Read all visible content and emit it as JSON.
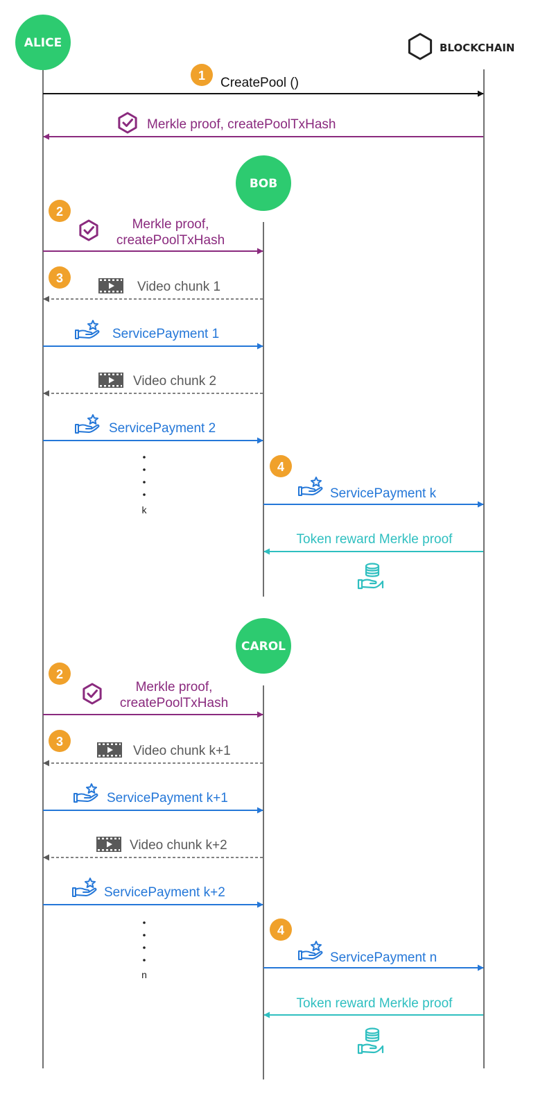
{
  "colors": {
    "actor_green": "#2dcb70",
    "step_badge": "#f0a12b",
    "purple": "#8a2a7e",
    "blue": "#2477d8",
    "gray": "#595959",
    "teal": "#2fbfc0",
    "black": "#111111",
    "lifeline": "#333333"
  },
  "actors": {
    "alice": "ALICE",
    "bob": "BOB",
    "carol": "CAROL",
    "blockchain": "BLOCKCHAIN"
  },
  "messages": {
    "create_pool": "CreatePool ()",
    "merkle_top": "Merkle proof, createPoolTxHash",
    "bob_merkle_1": "Merkle proof,",
    "bob_merkle_2": "createPoolTxHash",
    "bob_video_1": "Video chunk 1",
    "bob_payment_1": "ServicePayment 1",
    "bob_video_2": "Video chunk 2",
    "bob_payment_2": "ServicePayment 2",
    "bob_payment_k": "ServicePayment k",
    "bob_reward": "Token reward Merkle proof",
    "carol_merkle_1": "Merkle proof,",
    "carol_merkle_2": "createPoolTxHash",
    "carol_video_1": "Video chunk k+1",
    "carol_payment_1": "ServicePayment k+1",
    "carol_video_2": "Video chunk k+2",
    "carol_payment_2": "ServicePayment k+2",
    "carol_payment_n": "ServicePayment n",
    "carol_reward": "Token reward Merkle proof"
  },
  "ellipsis": {
    "bob_end": "k",
    "carol_end": "n"
  },
  "steps": {
    "s1": "1",
    "s2": "2",
    "s3": "3",
    "s4": "4"
  },
  "icons": [
    "hexagon-icon",
    "check-hexagon-icon",
    "film-play-icon",
    "hand-star-icon",
    "hand-coin-stack-icon"
  ]
}
